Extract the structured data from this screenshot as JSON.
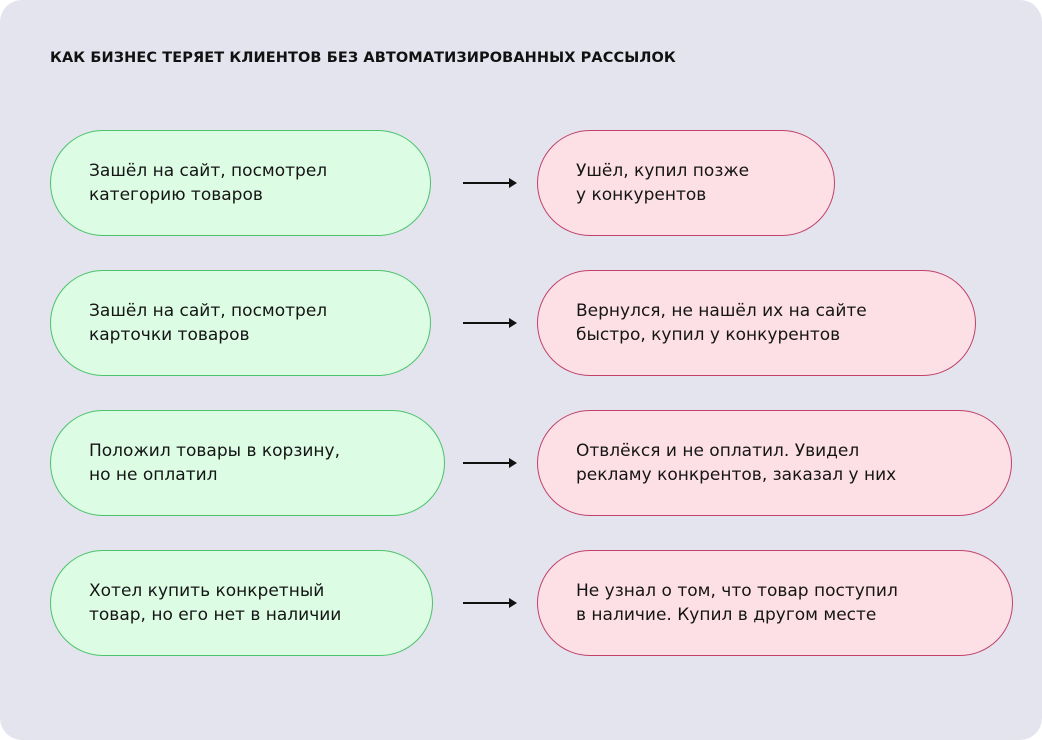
{
  "title": "КАК БИЗНЕС ТЕРЯЕТ КЛИЕНТОВ БЕЗ АВТОМАТИЗИРОВАННЫХ РАССЫЛОК",
  "colors": {
    "background": "#e4e4ee",
    "action_fill": "#dcfce4",
    "action_border": "#4ac36a",
    "outcome_fill": "#fde0e6",
    "outcome_border": "#c0426a",
    "arrow": "#111111"
  },
  "rows": [
    {
      "action": "Зашёл на сайт, посмотрел\nкатегорию товаров",
      "outcome": "Ушёл, купил позже\nу конкурентов",
      "arrow_icon": "arrow-right-icon"
    },
    {
      "action": "Зашёл на сайт, посмотрел\nкарточки товаров",
      "outcome": "Вернулся, не нашёл их на сайте\nбыстро, купил у конкурентов",
      "arrow_icon": "arrow-right-icon"
    },
    {
      "action": "Положил товары в корзину,\nно не оплатил",
      "outcome": "Отвлёкся и не оплатил. Увидел\nрекламу конкрентов, заказал у них",
      "arrow_icon": "arrow-right-icon"
    },
    {
      "action": "Хотел купить конкретный\nтовар, но его нет в наличии",
      "outcome": "Не узнал о том, что товар поступил\nв наличие. Купил в другом месте",
      "arrow_icon": "arrow-right-icon"
    }
  ]
}
